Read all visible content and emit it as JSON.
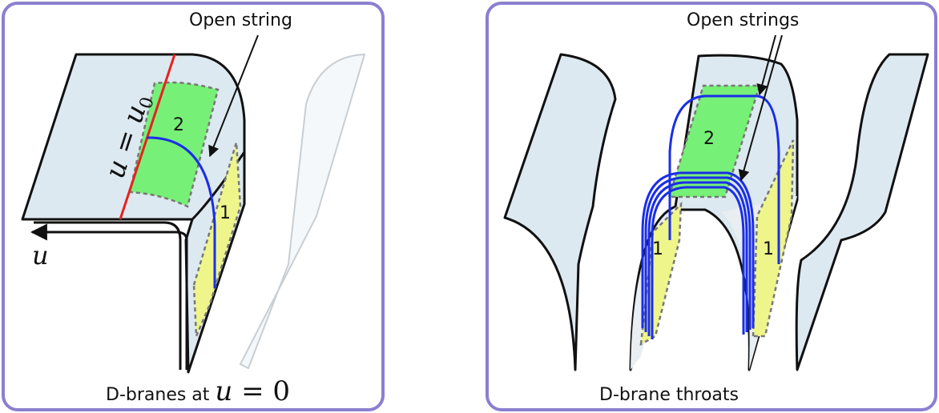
{
  "left_panel": {
    "open_string_label": "Open string",
    "region_2_label": "2",
    "region_1_label": "1",
    "cutoff_var": "u",
    "cutoff_eq": " = ",
    "cutoff_value": "u",
    "cutoff_sub": "0",
    "axis_label": "u",
    "caption_text": "D-branes at ",
    "caption_var": "u",
    "caption_eq": " = 0"
  },
  "right_panel": {
    "open_strings_label": "Open strings",
    "region_2_label": "2",
    "region_1_left_label": "1",
    "region_1_right_label": "1",
    "caption": "D-brane throats"
  },
  "colors": {
    "panel_border": "#8b7fd0",
    "brane_fill": "#dde9f0",
    "region_green": "#77f077",
    "region_yellow": "#eef58a",
    "string_blue": "#1a2ee8",
    "cutoff_red": "#e82020"
  }
}
